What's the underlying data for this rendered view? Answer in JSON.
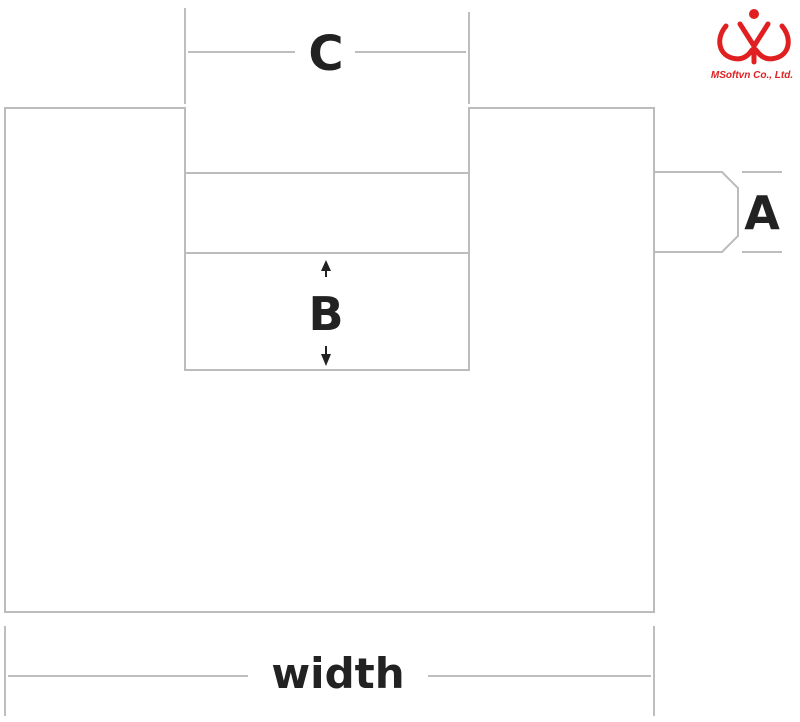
{
  "labels": {
    "c": "C",
    "a": "A",
    "b": "B",
    "width": "width"
  },
  "logo": {
    "text": "MSoftvn Co., Ltd.",
    "color": "#e02020"
  },
  "colors": {
    "outline": "#bcbcbc",
    "dimension": "#a8a8a8",
    "label": "#222222"
  }
}
